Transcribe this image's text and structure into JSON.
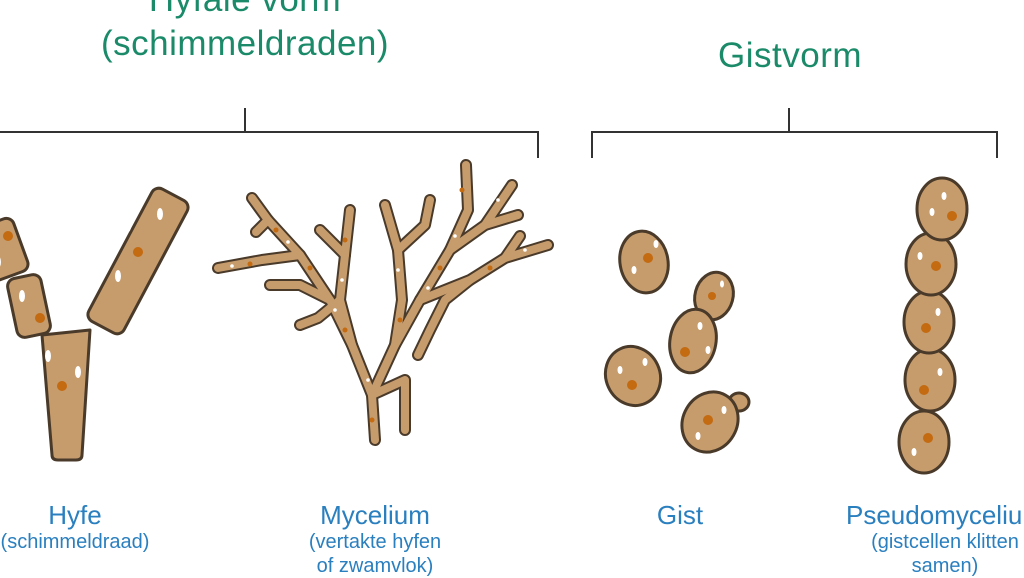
{
  "groups": {
    "hyphal": {
      "title_line1": "Hyfale vorm",
      "title_line2": "(schimmeldraden)"
    },
    "yeast": {
      "title": "Gistvorm"
    }
  },
  "labels": {
    "hyphe": {
      "name": "Hyfe",
      "sub1": "(schimmeldraad)"
    },
    "mycelium": {
      "name": "Mycelium",
      "sub1": "(vertakte hyfen",
      "sub2": "of zwamvlok)"
    },
    "yeast": {
      "name": "Gist"
    },
    "pseudomycelium": {
      "name": "Pseudomycelium",
      "sub1": "(gistcellen klitten",
      "sub2": "samen)"
    }
  },
  "colors": {
    "title": "#1a8a68",
    "label": "#2a7fbf",
    "cell_fill": "#c69c6d",
    "cell_stroke": "#4a3a2a",
    "nucleus": "#c46a10",
    "vacuole": "#ffffff",
    "bracket": "#333333"
  }
}
